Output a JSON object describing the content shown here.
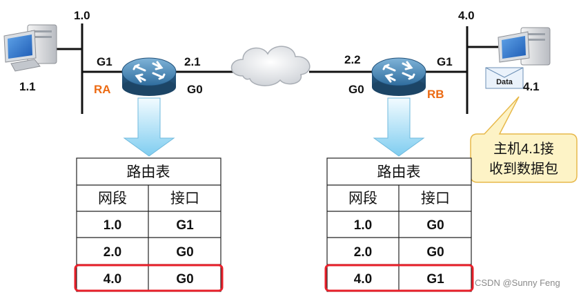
{
  "network_labels": {
    "seg_left": "1.0",
    "seg_right": "4.0",
    "host_left": "1.1",
    "host_right": "4.1",
    "ra_g1": "G1",
    "ra_if": "2.1",
    "ra_g0": "G0",
    "ra_name": "RA",
    "rb_if": "2.2",
    "rb_g0": "G0",
    "rb_g1": "G1",
    "rb_name": "RB",
    "data_label": "Data"
  },
  "callout": {
    "line1": "主机4.1接",
    "line2": "收到数据包"
  },
  "table_ra": {
    "title": "路由表",
    "headers": [
      "网段",
      "接口"
    ],
    "rows": [
      [
        "1.0",
        "G1"
      ],
      [
        "2.0",
        "G0"
      ],
      [
        "4.0",
        "G0"
      ]
    ],
    "highlight_row": 2
  },
  "table_rb": {
    "title": "路由表",
    "headers": [
      "网段",
      "接口"
    ],
    "rows": [
      [
        "1.0",
        "G0"
      ],
      [
        "2.0",
        "G0"
      ],
      [
        "4.0",
        "G1"
      ]
    ],
    "highlight_row": 2
  },
  "watermark": "CSDN @Sunny Feng",
  "colors": {
    "highlight": "#e8202a",
    "router": "#3f7fae",
    "arrow": "#8fd0f0",
    "callout_bg": "#fdf3c6",
    "callout_border": "#e7b84a"
  }
}
